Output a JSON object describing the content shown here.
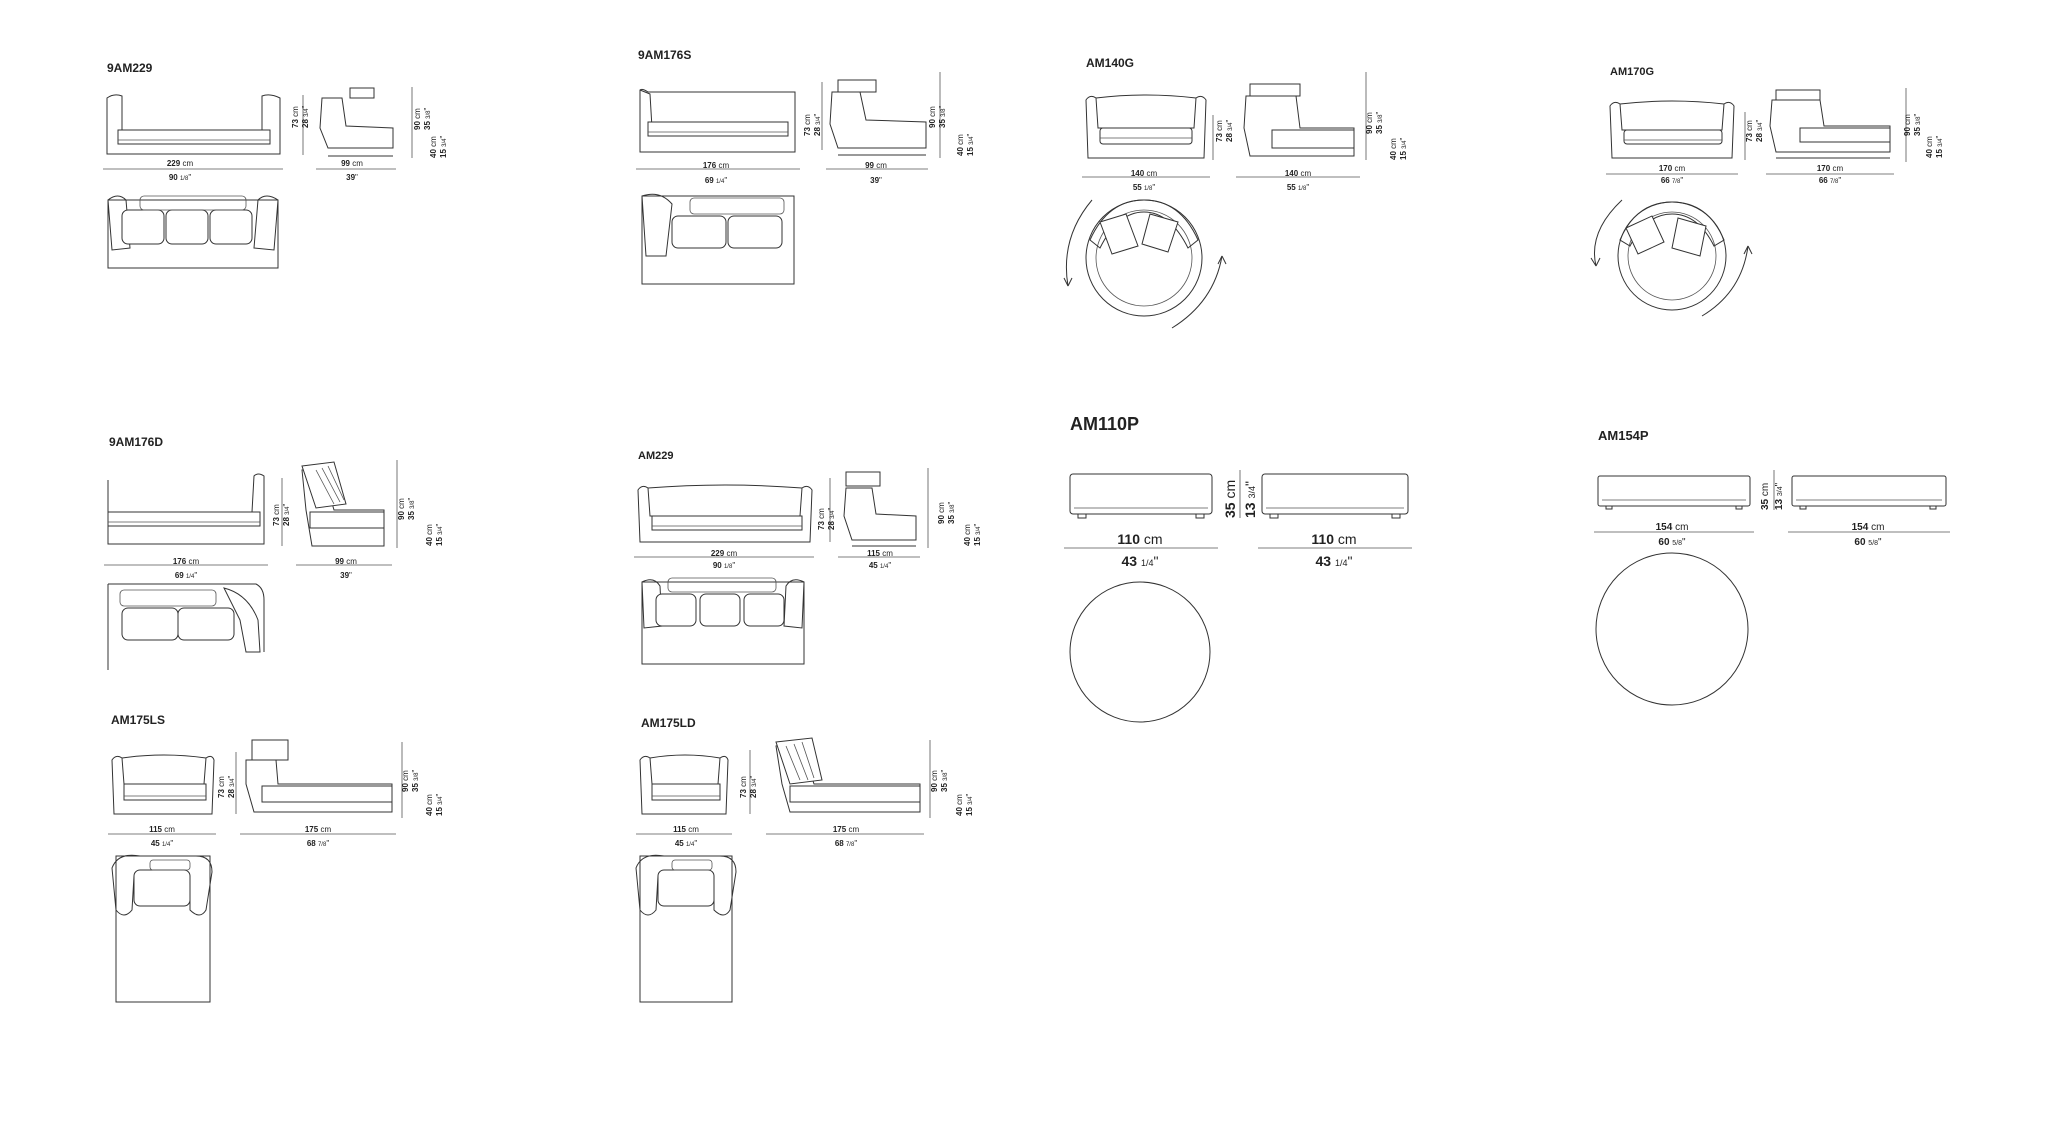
{
  "models": [
    {
      "id": "9AM229",
      "name": "9AM229",
      "front_w": "229",
      "front_w_in": "90",
      "front_w_frac": "1/8",
      "side_w": "99",
      "side_w_in": "39",
      "h1": "73",
      "h1_in": "28",
      "h1_frac": "3/4",
      "h2": "90",
      "h2_in": "35",
      "h2_frac": "3/8",
      "h3": "40",
      "h3_in": "15",
      "h3_frac": "3/4"
    },
    {
      "id": "9AM176S",
      "name": "9AM176S",
      "front_w": "176",
      "front_w_in": "69",
      "front_w_frac": "1/4",
      "side_w": "99",
      "side_w_in": "39",
      "h1": "73",
      "h1_in": "28",
      "h1_frac": "3/4",
      "h2": "90",
      "h2_in": "35",
      "h2_frac": "3/8",
      "h3": "40",
      "h3_in": "15",
      "h3_frac": "3/4"
    },
    {
      "id": "AM140G",
      "name": "AM140G",
      "front_w": "140",
      "front_w_in": "55",
      "front_w_frac": "1/8",
      "side_w": "140",
      "side_w_in": "55",
      "side_w_frac": "1/8",
      "h1": "73",
      "h1_in": "28",
      "h1_frac": "3/4",
      "h2": "90",
      "h2_in": "35",
      "h2_frac": "3/8",
      "h3": "40",
      "h3_in": "15",
      "h3_frac": "3/4"
    },
    {
      "id": "AM170G",
      "name": "AM170G",
      "front_w": "170",
      "front_w_in": "66",
      "front_w_frac": "7/8",
      "side_w": "170",
      "side_w_in": "66",
      "side_w_frac": "7/8",
      "h1": "73",
      "h1_in": "28",
      "h1_frac": "3/4",
      "h2": "90",
      "h2_in": "35",
      "h2_frac": "3/8",
      "h3": "40",
      "h3_in": "15",
      "h3_frac": "3/4"
    },
    {
      "id": "9AM176D",
      "name": "9AM176D",
      "front_w": "176",
      "front_w_in": "69",
      "front_w_frac": "1/4",
      "side_w": "99",
      "side_w_in": "39",
      "h1": "73",
      "h1_in": "28",
      "h1_frac": "3/4",
      "h2": "90",
      "h2_in": "35",
      "h2_frac": "3/8",
      "h3": "40",
      "h3_in": "15",
      "h3_frac": "3/4"
    },
    {
      "id": "AM229",
      "name": "AM229",
      "front_w": "229",
      "front_w_in": "90",
      "front_w_frac": "1/8",
      "side_w": "115",
      "side_w_in": "45",
      "side_w_frac": "1/4",
      "h1": "73",
      "h1_in": "28",
      "h1_frac": "3/4",
      "h2": "90",
      "h2_in": "35",
      "h2_frac": "3/8",
      "h3": "40",
      "h3_in": "15",
      "h3_frac": "3/4"
    },
    {
      "id": "AM110P",
      "name": "AM110P",
      "w1": "110",
      "w1_in": "43",
      "w1_frac": "1/4",
      "w2": "110",
      "w2_in": "43",
      "w2_frac": "1/4",
      "h": "35",
      "h_in": "13",
      "h_frac": "3/4"
    },
    {
      "id": "AM154P",
      "name": "AM154P",
      "w1": "154",
      "w1_in": "60",
      "w1_frac": "5/8",
      "w2": "154",
      "w2_in": "60",
      "w2_frac": "5/8",
      "h": "35",
      "h_in": "13",
      "h_frac": "3/4"
    },
    {
      "id": "AM175LS",
      "name": "AM175LS",
      "front_w": "115",
      "front_w_in": "45",
      "front_w_frac": "1/4",
      "side_w": "175",
      "side_w_in": "68",
      "side_w_frac": "7/8",
      "h1": "73",
      "h1_in": "28",
      "h1_frac": "3/4",
      "h2": "90",
      "h2_in": "35",
      "h2_frac": "3/8",
      "h3": "40",
      "h3_in": "15",
      "h3_frac": "3/4"
    },
    {
      "id": "AM175LD",
      "name": "AM175LD",
      "front_w": "115",
      "front_w_in": "45",
      "front_w_frac": "1/4",
      "side_w": "175",
      "side_w_in": "68",
      "side_w_frac": "7/8",
      "h1": "73",
      "h1_in": "28",
      "h1_frac": "3/4",
      "h2": "90",
      "h2_in": "35",
      "h2_frac": "3/8",
      "h3": "40",
      "h3_in": "15",
      "h3_frac": "3/4"
    }
  ],
  "unit_cm": "cm",
  "unit_in": "\""
}
